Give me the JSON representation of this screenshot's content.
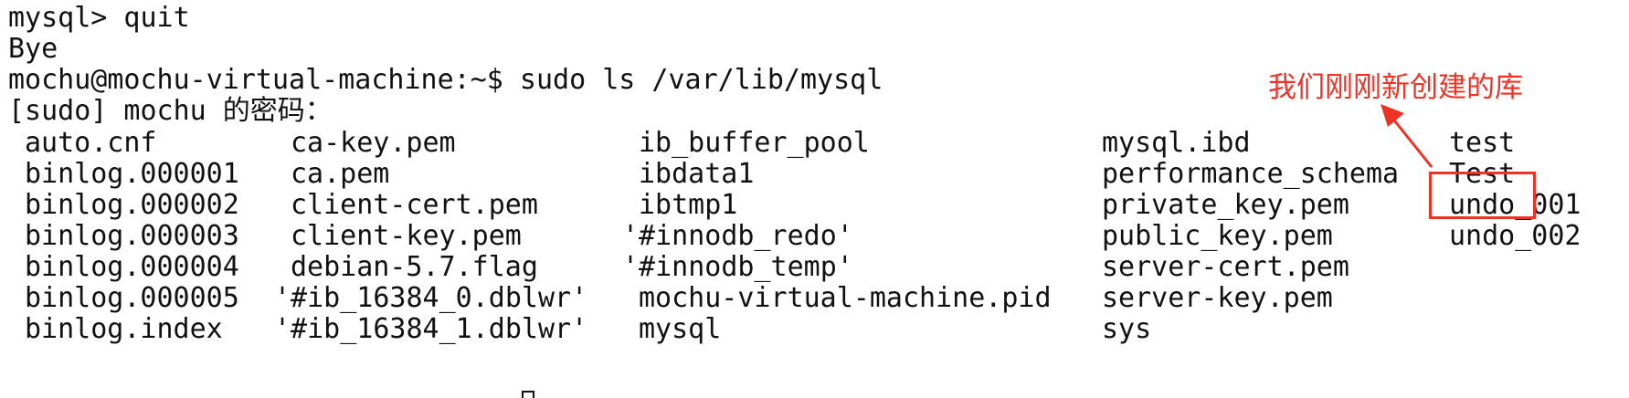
{
  "terminal": {
    "lines": [
      "mysql> quit",
      "Bye",
      "mochu@mochu-virtual-machine:~$ sudo ls /var/lib/mysql",
      "[sudo] mochu 的密码："
    ],
    "listing": {
      "col1": [
        "auto.cnf",
        "binlog.000001",
        "binlog.000002",
        "binlog.000003",
        "binlog.000004",
        "binlog.000005",
        "binlog.index"
      ],
      "col2": [
        "ca-key.pem",
        "ca.pem",
        "client-cert.pem",
        "client-key.pem",
        "debian-5.7.flag",
        "'#ib_16384_0.dblwr'",
        "'#ib_16384_1.dblwr'"
      ],
      "col3": [
        "ib_buffer_pool",
        "ibdata1",
        "ibtmp1",
        "'#innodb_redo'",
        "'#innodb_temp'",
        "mochu-virtual-machine.pid",
        "mysql"
      ],
      "col4": [
        "mysql.ibd",
        "performance_schema",
        "private_key.pem",
        "public_key.pem",
        "server-cert.pem",
        "server-key.pem",
        "sys"
      ],
      "col5": [
        "test",
        "Test",
        "undo_001",
        "undo_002"
      ]
    }
  },
  "annotation": {
    "text": "我们刚刚新创建的库",
    "color": "#ee3326"
  }
}
